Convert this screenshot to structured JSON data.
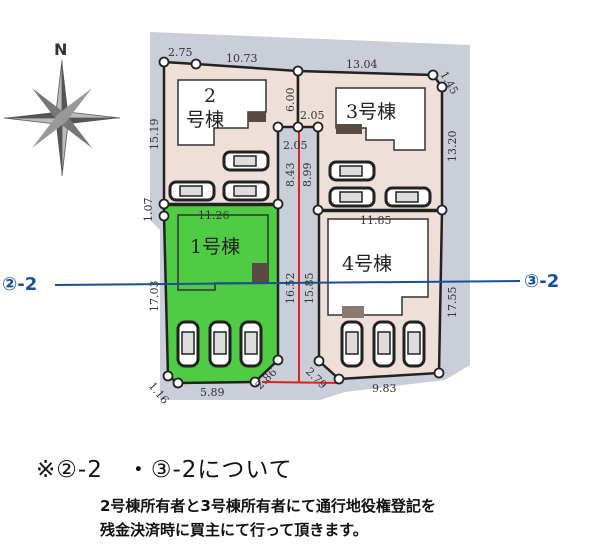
{
  "compass": {
    "north_label": "N"
  },
  "lots": {
    "lot1": "1号棟",
    "lot2_line1": "2",
    "lot2_line2": "号棟",
    "lot3": "3号棟",
    "lot4": "4号棟"
  },
  "dimensions": {
    "top_a": "2.75",
    "top_b": "10.73",
    "top_c": "13.04",
    "corner_ne": "1.45",
    "left_lot2": "15.19",
    "right_lot3": "13.20",
    "drive_top": "6.00",
    "drive_w_top": "2.05",
    "drive_w_inner": "2.05",
    "drive_l1": "8.43",
    "drive_l2": "8.99",
    "left_gap": "1.07",
    "lot1_width": "11.26",
    "lot4_width": "11.85",
    "left_lot1": "17.03",
    "drive_l3": "16.52",
    "drive_l4": "15.85",
    "right_lot4": "17.55",
    "corner_sw": "1.16",
    "bottom_lot1": "5.89",
    "corner_lot1": "2.86",
    "corner_lot4": "2.79",
    "bottom_lot4": "9.83"
  },
  "sections": {
    "left": "②-2",
    "right": "③-2"
  },
  "colors": {
    "road": "#c9ced8",
    "lot_pink": "#eedfd9",
    "lot_green": "#4fcc44",
    "boundary_red": "#e02020",
    "section_blue": "#1a4f9a"
  },
  "note": {
    "title": "※②-2　・③-2について",
    "line1": "2号棟所有者と3号棟所有者にて通行地役権登記を",
    "line2": "残金決済時に買主にて行って頂きます。"
  }
}
